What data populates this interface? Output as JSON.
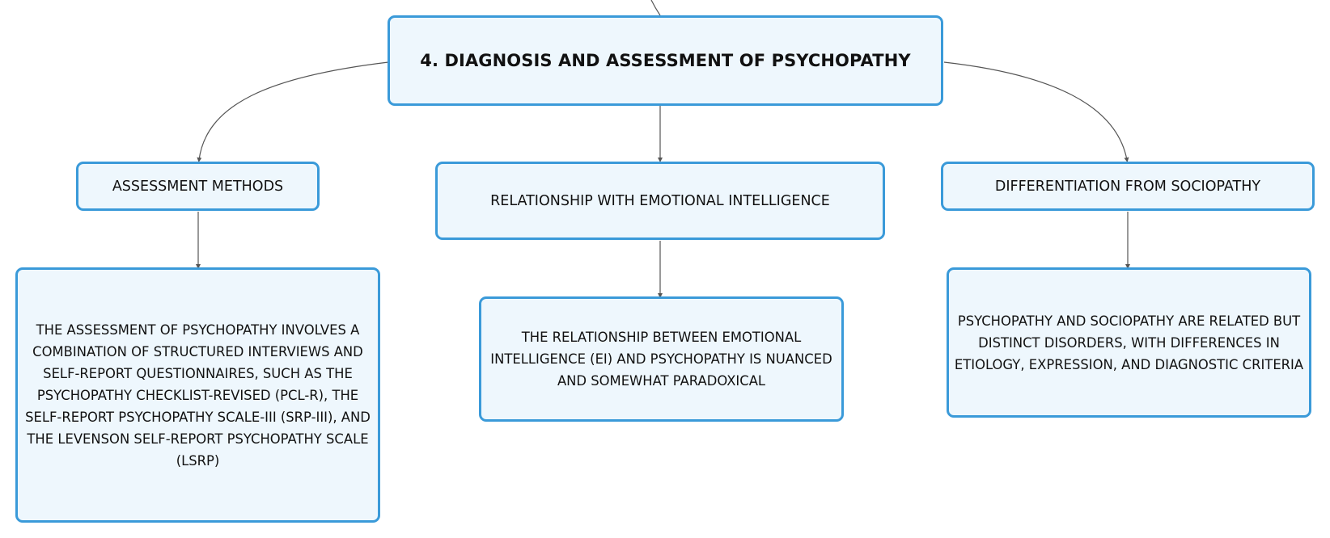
{
  "diagram": {
    "root": {
      "label": "4. DIAGNOSIS AND ASSESSMENT OF PSYCHOPATHY"
    },
    "branches": [
      {
        "id": "assessment-methods",
        "label": "ASSESSMENT METHODS",
        "detail": "THE ASSESSMENT OF PSYCHOPATHY INVOLVES A COMBINATION OF STRUCTURED INTERVIEWS AND SELF-REPORT QUESTIONNAIRES, SUCH AS THE PSYCHOPATHY CHECKLIST-REVISED (PCL-R), THE SELF-REPORT PSYCHOPATHY SCALE-III (SRP-III), AND THE LEVENSON SELF-REPORT PSYCHOPATHY SCALE (LSRP)"
      },
      {
        "id": "emotional-intelligence",
        "label": "RELATIONSHIP WITH EMOTIONAL INTELLIGENCE",
        "detail": "THE RELATIONSHIP BETWEEN EMOTIONAL INTELLIGENCE (EI) AND PSYCHOPATHY IS NUANCED AND SOMEWHAT PARADOXICAL"
      },
      {
        "id": "sociopathy",
        "label": "DIFFERENTIATION FROM SOCIOPATHY",
        "detail": "PSYCHOPATHY AND SOCIOPATHY ARE RELATED BUT DISTINCT DISORDERS, WITH DIFFERENCES IN ETIOLOGY, EXPRESSION, AND DIAGNOSTIC CRITERIA"
      }
    ],
    "colors": {
      "node_fill": "#eef7fd",
      "node_border": "#3a9ad9",
      "connector": "#555555",
      "text": "#111111"
    }
  }
}
